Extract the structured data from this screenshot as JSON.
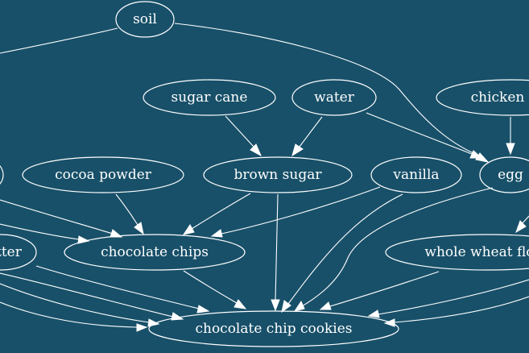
{
  "diagram": {
    "background": "#185069",
    "foreground": "#ffffff",
    "nodes": {
      "soil": "soil",
      "sugar_cane": "sugar cane",
      "water": "water",
      "chicken": "chicken",
      "cocoa_powder": "cocoa powder",
      "brown_sugar": "brown sugar",
      "vanilla": "vanilla",
      "egg": "egg",
      "butter": "butter",
      "chocolate_chips": "chocolate chips",
      "whole_wheat_flour": "whole wheat flour",
      "chocolate_chip_cookies": "chocolate chip cookies"
    },
    "edges": [
      {
        "from": "soil",
        "to": "egg"
      },
      {
        "from": "sugar_cane",
        "to": "brown_sugar"
      },
      {
        "from": "water",
        "to": "brown_sugar"
      },
      {
        "from": "water",
        "to": "egg"
      },
      {
        "from": "chicken",
        "to": "egg"
      },
      {
        "from": "cocoa_powder",
        "to": "chocolate_chips"
      },
      {
        "from": "brown_sugar",
        "to": "chocolate_chips"
      },
      {
        "from": "brown_sugar",
        "to": "chocolate_chip_cookies"
      },
      {
        "from": "vanilla",
        "to": "chocolate_chips"
      },
      {
        "from": "vanilla",
        "to": "chocolate_chip_cookies"
      },
      {
        "from": "egg",
        "to": "chocolate_chip_cookies"
      },
      {
        "from": "chocolate_chips",
        "to": "chocolate_chip_cookies"
      },
      {
        "from": "butter",
        "to": "chocolate_chip_cookies"
      },
      {
        "from": "whole_wheat_flour",
        "to": "chocolate_chip_cookies"
      }
    ]
  }
}
